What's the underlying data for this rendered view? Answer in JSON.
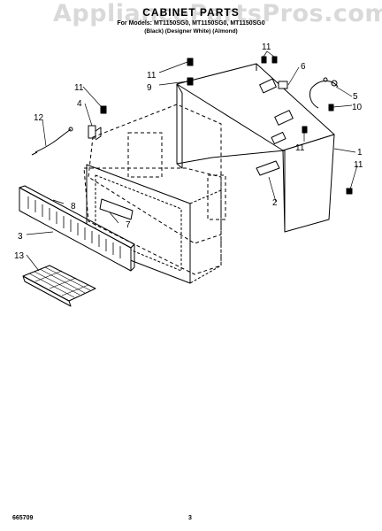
{
  "watermark": "AppliancePartsPros.com",
  "title": "CABINET PARTS",
  "subtitle_models": "For Models: MT1150SG0, MT1150SG0, MT1150SG0",
  "subtitle_colors": "(Black) (Designer White) (Almond)",
  "callouts": [
    "11",
    "9",
    "11",
    "6",
    "11",
    "4",
    "5",
    "10",
    "12",
    "1",
    "11",
    "11",
    "8",
    "2",
    "7",
    "3",
    "13"
  ],
  "footer": {
    "doc_number": "665709",
    "page_number": "3"
  }
}
